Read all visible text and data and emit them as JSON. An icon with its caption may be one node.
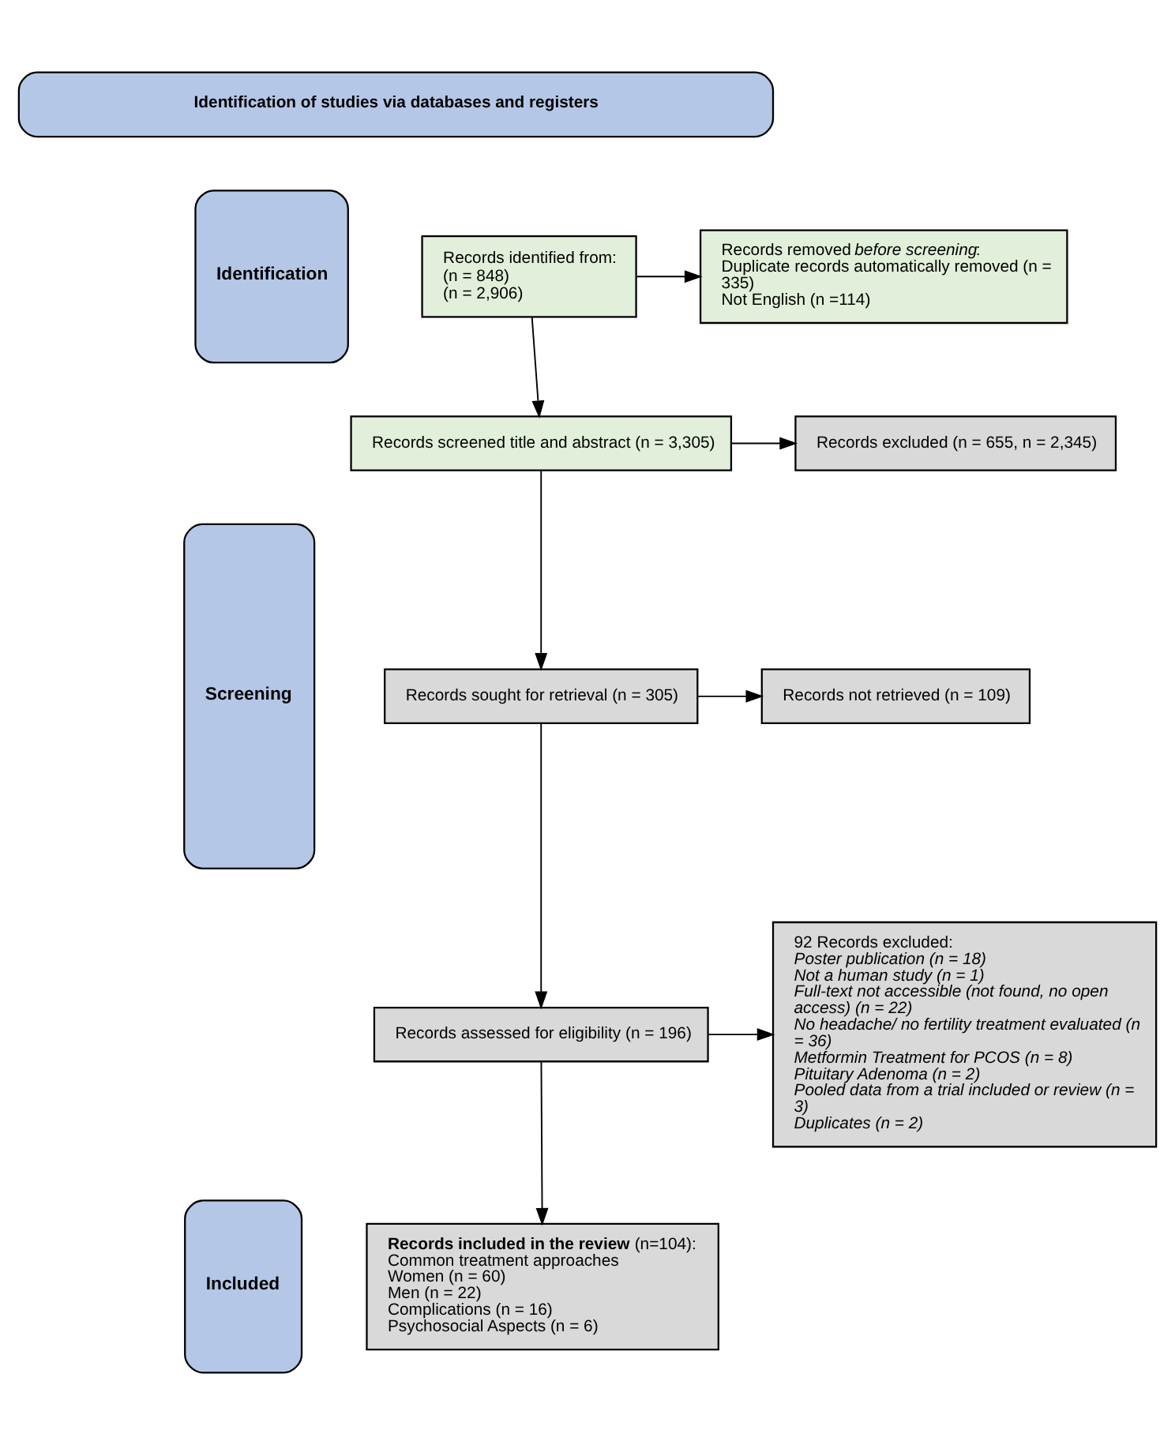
{
  "diagram": {
    "nodes": [
      {
        "text": [
          "Identification of studies via databases and registers"
        ]
      },
      {
        "text": [
          "Identification"
        ]
      },
      {
        "text": [
          "Records identified from:",
          "(n = 848)",
          "(n = 2,906)"
        ]
      },
      {
        "text": [
          "Records removed *before screening*:",
          "Duplicate records automatically removed (n = 335)",
          "Not English (n =114)"
        ]
      },
      {
        "text": [
          "Screening"
        ]
      },
      {
        "text": [
          "Records screened title and abstract (n = 3,305)"
        ]
      },
      {
        "text": [
          "Records excluded (n = 655, n = 2,345)"
        ]
      },
      {
        "text": [
          "Records sought for retrieval (n = 305)"
        ]
      },
      {
        "text": [
          "Records not retrieved (n = 109)"
        ]
      },
      {
        "text": [
          "Records assessed for eligibility (n = 196)"
        ]
      },
      {
        "text": [
          "92 Records excluded:",
          "Poster publication (n = 18)",
          "Not a human study (n = 1)",
          "Full-text not accessible (not found, no open access) (n = 22)",
          "No headache/ no fertility treatment evaluated (n = 36)",
          "Metformin Treatment for PCOS (n = 8)",
          "Pituitary Adenoma (n = 2)",
          "Pooled data from a trial included or review (n = 3)",
          "Duplicates (n = 2)"
        ]
      },
      {
        "text": [
          "Included"
        ]
      },
      {
        "text": [
          "**Records included in the review** (n=104):",
          "Common treatment approaches",
          "Women (n = 60)",
          "Men (n = 22)",
          "Complications (n = 16)",
          "Psychosocial Aspects (n = 6)"
        ]
      }
    ],
    "edges": [
      {
        "from": 2,
        "to": 3,
        "arrow": "to"
      },
      {
        "from": 2,
        "to": 5,
        "arrow": "to"
      },
      {
        "from": 5,
        "to": 6,
        "arrow": "to"
      },
      {
        "from": 5,
        "to": 7,
        "arrow": "to"
      },
      {
        "from": 7,
        "to": 8,
        "arrow": "to"
      },
      {
        "from": 7,
        "to": 9,
        "arrow": "to"
      },
      {
        "from": 9,
        "to": 10,
        "arrow": "to"
      },
      {
        "from": 9,
        "to": 12,
        "arrow": "to"
      }
    ]
  }
}
